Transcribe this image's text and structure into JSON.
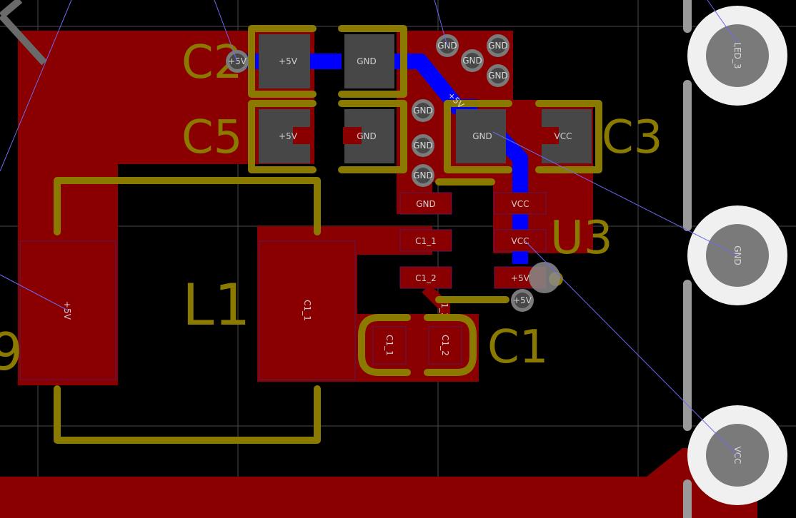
{
  "designators": {
    "c1": "C1",
    "c2": "C2",
    "c3": "C3",
    "c5": "C5",
    "l1": "L1",
    "u3": "U3",
    "partial_left": "9"
  },
  "nets": {
    "p5v": "+5V",
    "gnd": "GND",
    "vcc": "VCC",
    "c1_1": "C1_1",
    "c1_2": "C1_2",
    "led3": "LED_3"
  },
  "colors": {
    "copper_top": "#8a0000",
    "trace": "#0000ff",
    "silkscreen": "#8b7a00",
    "pad_grey": "#474747",
    "via": "#7a7a7a",
    "background": "#000000",
    "grid": "#4a4a4a",
    "ratsnest": "#6a6af0",
    "mounting_hole": "#f0f0f0"
  }
}
